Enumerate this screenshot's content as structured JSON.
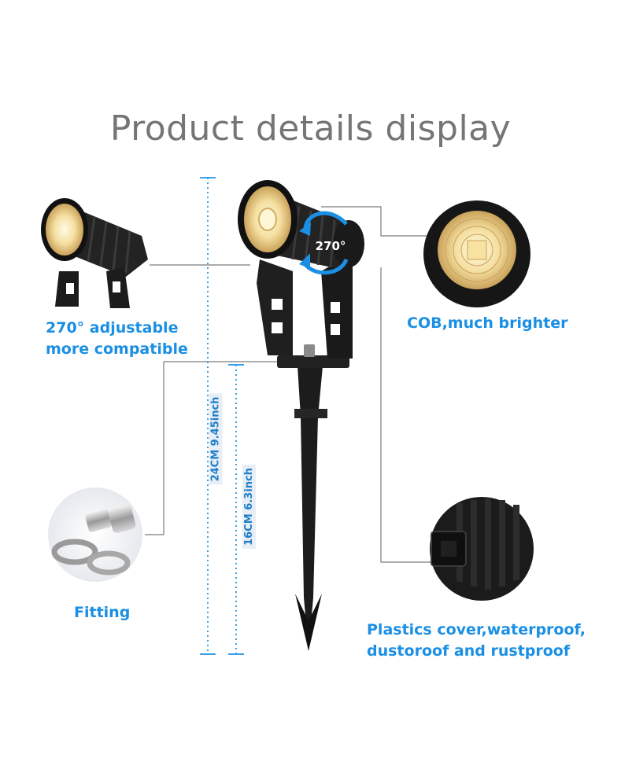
{
  "title": "Product details display",
  "captions": {
    "adjustable_line1": "270° adjustable",
    "adjustable_line2": "more compatible",
    "cob": "COB,much brighter",
    "fitting": "Fitting",
    "cover_line1": "Plastics cover,waterproof,",
    "cover_line2": "dustoroof and rustproof"
  },
  "rotation_badge": "270°",
  "dimensions": {
    "total_cm": "24CM",
    "total_inch": "9.45inch",
    "stake_cm": "16CM",
    "stake_inch": "6.3inch"
  },
  "colors": {
    "caption_blue": "#1a8fe3",
    "title_gray": "#757575",
    "product_black": "#1c1c1c",
    "led_warm": "#f5dfa0"
  }
}
